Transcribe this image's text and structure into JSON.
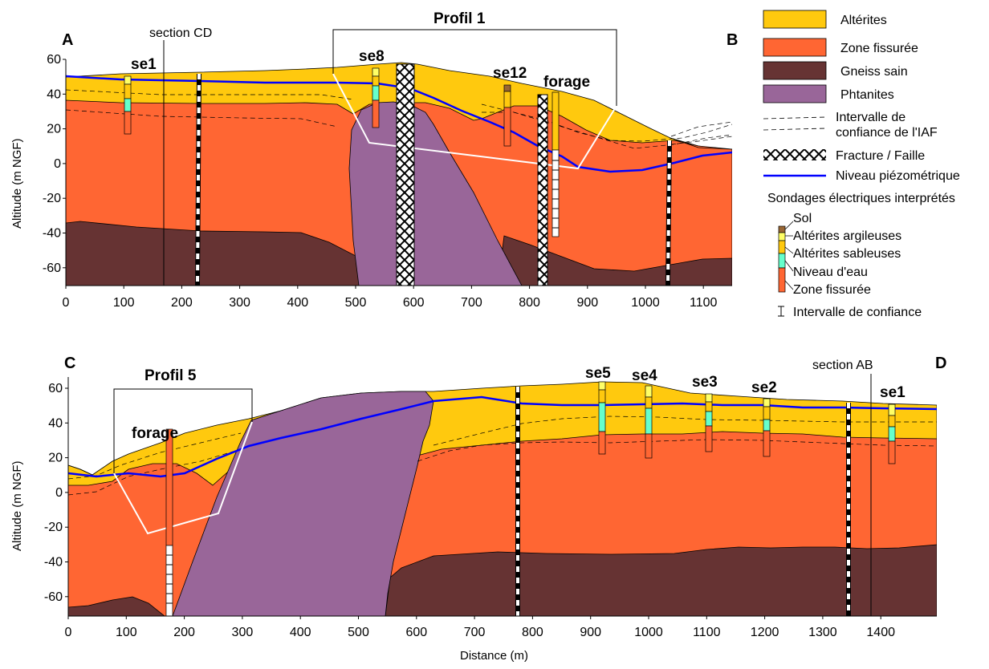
{
  "corner_labels": {
    "a": "A",
    "b": "B",
    "c": "C",
    "d": "D"
  },
  "colors": {
    "alterites": "#FFC90E",
    "zone_fissuree": "#FF6633",
    "gneiss_sain": "#663333",
    "phtanites": "#996699",
    "piezometric": "#0000FF",
    "water": "#66FFCC",
    "clay_alterites": "#FFFF66",
    "soil": "#996633"
  },
  "top_section": {
    "section_label": "section CD",
    "profile_label": "Profil 1",
    "sounding_labels": [
      "se1",
      "se8",
      "se12",
      "forage"
    ],
    "ylabel": "Altitude (m NGF)",
    "y_ticks": [
      "60",
      "40",
      "20",
      "0",
      "-20",
      "-40",
      "-60"
    ],
    "x_ticks": [
      "0",
      "100",
      "200",
      "300",
      "400",
      "500",
      "600",
      "700",
      "800",
      "900",
      "1000",
      "1100"
    ]
  },
  "bottom_section": {
    "section_label": "section AB",
    "profile_label": "Profil 5",
    "sounding_labels": [
      "forage",
      "se5",
      "se4",
      "se3",
      "se2",
      "se1"
    ],
    "ylabel": "Altitude (m NGF)",
    "xlabel": "Distance (m)",
    "y_ticks": [
      "60",
      "40",
      "20",
      "0",
      "-20",
      "-40",
      "-60"
    ],
    "x_ticks": [
      "0",
      "100",
      "200",
      "300",
      "400",
      "500",
      "600",
      "700",
      "800",
      "900",
      "1000",
      "1100",
      "1200",
      "1300",
      "1400"
    ]
  },
  "legend": {
    "items": [
      "Altérites",
      "Zone fissurée",
      "Gneiss sain",
      "Phtanites"
    ],
    "iaf_line1": "Intervalle de",
    "iaf_line2": "confiance de l'IAF",
    "fracture": "Fracture / Faille",
    "piezo": "Niveau piézométrique",
    "soundings_title": "Sondages électriques interprétés",
    "sounding_items": [
      "Sol",
      "Altérites argileuses",
      "Altérites sableuses",
      "Niveau d'eau",
      "Zone fissurée"
    ],
    "confidence": "Intervalle de confiance"
  }
}
